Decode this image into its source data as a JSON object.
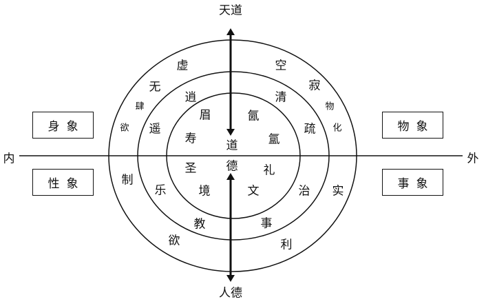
{
  "axis_labels": {
    "top": "天道",
    "bottom": "人德",
    "left": "内",
    "right": "外"
  },
  "boxes": {
    "top_left": "身象",
    "bottom_left": "性象",
    "top_right": "物象",
    "bottom_right": "事象"
  },
  "center": {
    "upper": "道",
    "lower": "德"
  },
  "inner_ring": {
    "c1": "眉",
    "c2": "氤",
    "c3": "寿",
    "c4": "氲",
    "c5": "圣",
    "c6": "礼",
    "c7": "境",
    "c8": "文"
  },
  "middle_ring": {
    "c1": "逍",
    "c2": "清",
    "c3": "遥",
    "c4": "疏",
    "c5": "乐",
    "c6": "治",
    "c7": "教",
    "c8": "事"
  },
  "outer_ring": {
    "c1": "虚",
    "c2": "空",
    "c3": "无",
    "c4": "寂",
    "c5": "肆",
    "c6": "物",
    "c7": "欲",
    "c8": "化",
    "c9": "制",
    "c10": "实",
    "c11": "欲",
    "c12": "利"
  }
}
